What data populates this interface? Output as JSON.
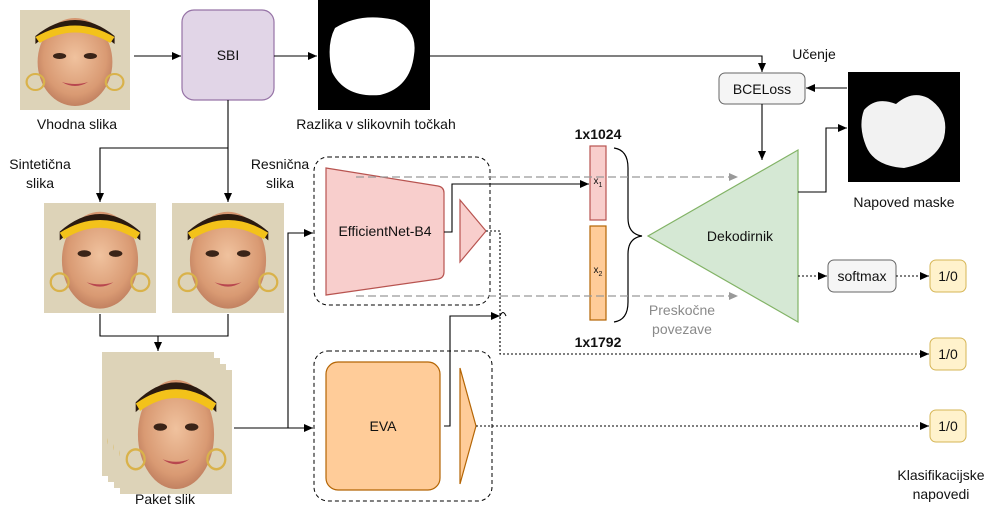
{
  "labels": {
    "input_image": "Vhodna slika",
    "sbi": "SBI",
    "pixel_diff": "Razlika v slikovnih točkah",
    "learning": "Učenje",
    "bceloss": "BCELoss",
    "mask_prediction": "Napoved maske",
    "synthetic_line1": "Sintetična",
    "synthetic_line2": "slika",
    "real_line1": "Resnična",
    "real_line2": "slika",
    "dim_top": "1x1024",
    "dim_bottom": "1x1792",
    "x1_base": "x",
    "x1_sub": "1",
    "x2_base": "x",
    "x2_sub": "2",
    "efficientnet": "EfficientNet-B4",
    "decoder": "Dekodirnik",
    "softmax": "softmax",
    "out1": "1/0",
    "out2": "1/0",
    "out3": "1/0",
    "skip_line1": "Preskočne",
    "skip_line2": "povezave",
    "eva": "EVA",
    "batch": "Paket slik",
    "class_line1": "Klasifikacijske",
    "class_line2": "napovedi"
  },
  "colors": {
    "sbi_fill": "#e1d5e7",
    "sbi_stroke": "#9673a6",
    "eff_fill": "#f8cecc",
    "eff_stroke": "#b85450",
    "eva_fill": "#ffcc99",
    "eva_stroke": "#b46504",
    "dec_fill": "#d5e8d4",
    "dec_stroke": "#82b366",
    "gray_fill": "#f5f5f5",
    "gray_stroke": "#666666",
    "out_fill": "#fff2cc",
    "out_stroke": "#d6b656",
    "skip": "#999999"
  }
}
